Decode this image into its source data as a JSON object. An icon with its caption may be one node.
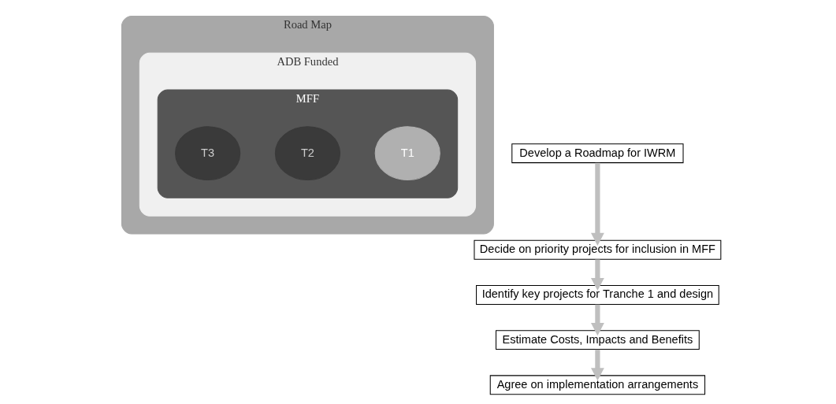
{
  "diagram": {
    "nodes": [
      {
        "text": [
          "Road Map"
        ]
      },
      {
        "text": [
          "ADB Funded"
        ],
        "in": 0
      },
      {
        "text": [
          "MFF"
        ],
        "in": 1
      },
      {
        "text": [
          "T1"
        ],
        "in": 2
      },
      {
        "text": [
          "T2"
        ],
        "in": 2
      },
      {
        "text": [
          "T3"
        ],
        "in": 2
      },
      {
        "text": [
          "Develop a Roadmap for IWRM"
        ]
      },
      {
        "text": [
          "Decide on priority projects for inclusion in MFF"
        ]
      },
      {
        "text": [
          "Identify key projects for Tranche 1 and design"
        ]
      },
      {
        "text": [
          "Estimate Costs, Impacts and Benefits"
        ]
      },
      {
        "text": [
          "Agree on implementation arrangements"
        ]
      }
    ],
    "edges": [
      {
        "from": 6,
        "to": 7,
        "arrow": "to"
      },
      {
        "from": 7,
        "to": 8,
        "arrow": "to"
      },
      {
        "from": 8,
        "to": 9,
        "arrow": "to"
      },
      {
        "from": 9,
        "to": 10,
        "arrow": "to"
      }
    ]
  }
}
